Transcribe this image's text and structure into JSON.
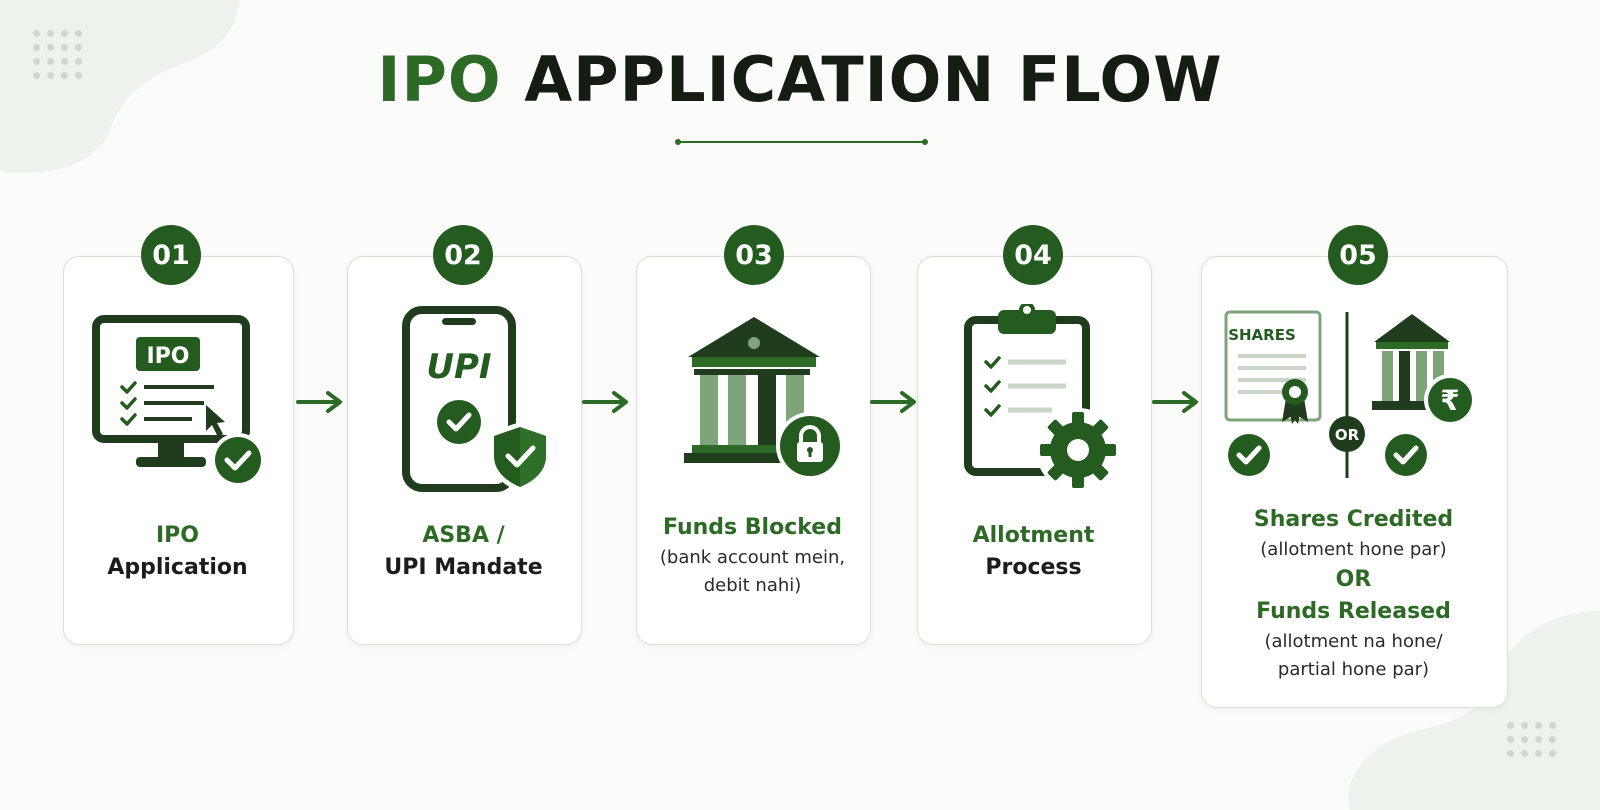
{
  "title": {
    "accent": "IPO",
    "rest": "APPLICATION FLOW"
  },
  "steps": [
    {
      "number": "01",
      "line1": "IPO",
      "line2": "Application",
      "icon": "monitor-checklist-icon",
      "screen_label": "IPO"
    },
    {
      "number": "02",
      "line1": "ASBA /",
      "line2": "UPI Mandate",
      "icon": "phone-upi-shield-icon",
      "screen_label": "UPI"
    },
    {
      "number": "03",
      "line1": "Funds Blocked",
      "note1": "(bank account mein,",
      "note2": "debit nahi)",
      "icon": "bank-lock-icon"
    },
    {
      "number": "04",
      "line1": "Allotment",
      "line2": "Process",
      "icon": "clipboard-gear-icon"
    },
    {
      "number": "05",
      "line1": "Shares Credited",
      "note1": "(allotment hone par)",
      "or": "OR",
      "line2": "Funds Released",
      "note2": "(allotment na hone/",
      "note3": "partial hone par)",
      "icon": "certificate-or-bank-icon",
      "certificate_label": "SHARES",
      "divider_label": "OR",
      "currency": "₹"
    }
  ],
  "colors": {
    "primary": "#2c6a25",
    "dark": "#245c20",
    "light": "#7ea57a",
    "text": "#151c14"
  }
}
